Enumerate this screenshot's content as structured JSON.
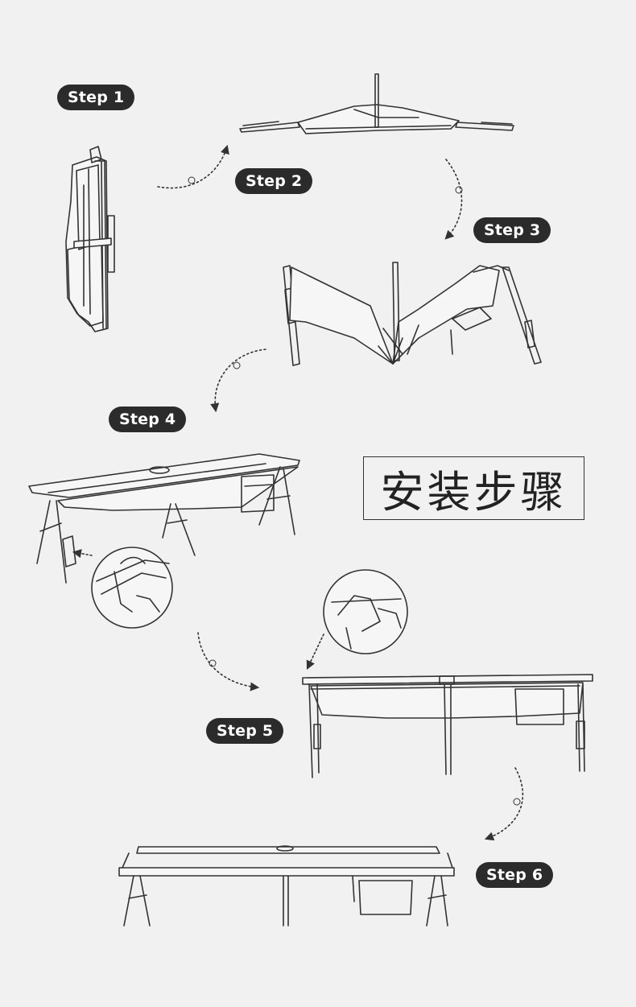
{
  "title": "安装步骤",
  "steps": [
    {
      "label": "Step 1"
    },
    {
      "label": "Step 2"
    },
    {
      "label": "Step 3"
    },
    {
      "label": "Step 4"
    },
    {
      "label": "Step 5"
    },
    {
      "label": "Step 6"
    }
  ],
  "colors": {
    "background": "#f1f1f1",
    "pill": "#2b2b2b",
    "pill_text": "#ffffff",
    "line": "#333333"
  }
}
